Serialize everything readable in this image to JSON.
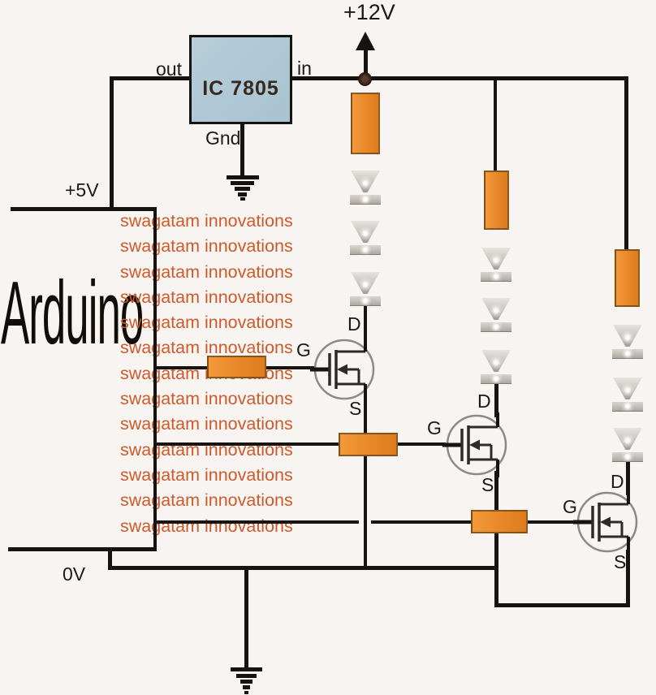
{
  "power": {
    "v12_label": "+12V",
    "v5_label": "+5V",
    "v0_label": "0V"
  },
  "regulator": {
    "name": "IC 7805",
    "pin_out": "out",
    "pin_in": "in",
    "pin_gnd": "Gnd"
  },
  "controller": {
    "name": "Arduino"
  },
  "watermark": {
    "text": "swagatam innovations",
    "count": 13
  },
  "mosfets": [
    {
      "drain": "D",
      "gate": "G",
      "source": "S"
    },
    {
      "drain": "D",
      "gate": "G",
      "source": "S"
    },
    {
      "drain": "D",
      "gate": "G",
      "source": "S"
    }
  ],
  "led_strings": {
    "count": 3,
    "leds_per_string": 3
  },
  "colors": {
    "wire": "#171310",
    "resistor": "#e8872a",
    "watermark": "#cd5a2b",
    "ic_fill": "#b7cdda"
  }
}
